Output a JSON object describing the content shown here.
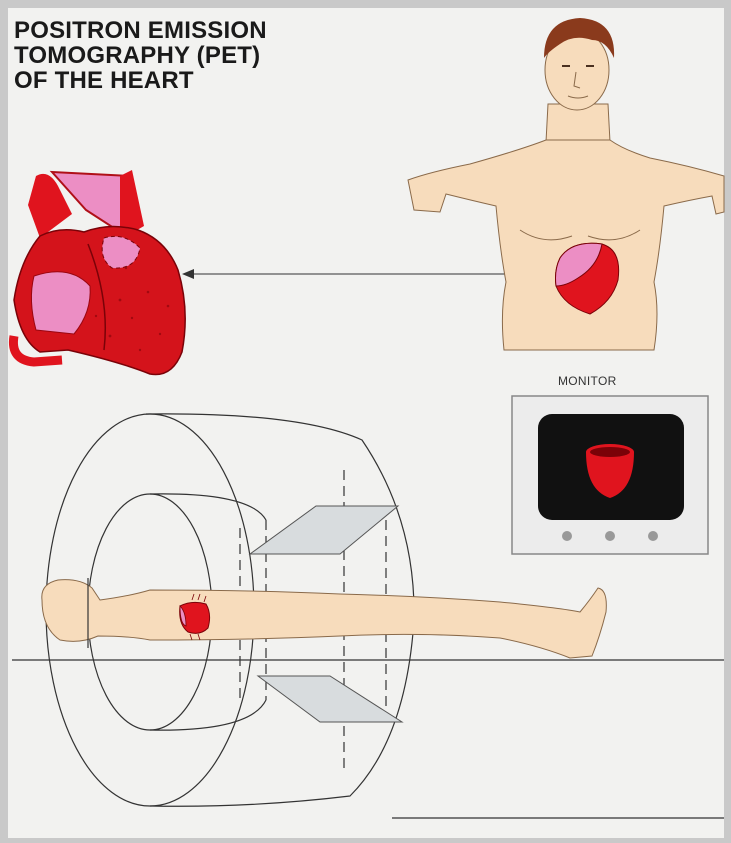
{
  "title": {
    "line1": "POSITRON EMISSION",
    "line2": "TOMOGRAPHY (PET)",
    "line3": "OF THE HEART"
  },
  "monitor": {
    "label": "MONITOR"
  },
  "colors": {
    "background": "#f2f2f0",
    "frame": "#c9c9c9",
    "skin": "#f7dcbc",
    "heart_red": "#e0141e",
    "heart_dark": "#a8090f",
    "heart_pink": "#ec8ec4",
    "hair": "#8a3a1c",
    "monitor_bezel": "#ececec",
    "monitor_screen": "#111111",
    "scanner_plate": "#d8dcde"
  }
}
